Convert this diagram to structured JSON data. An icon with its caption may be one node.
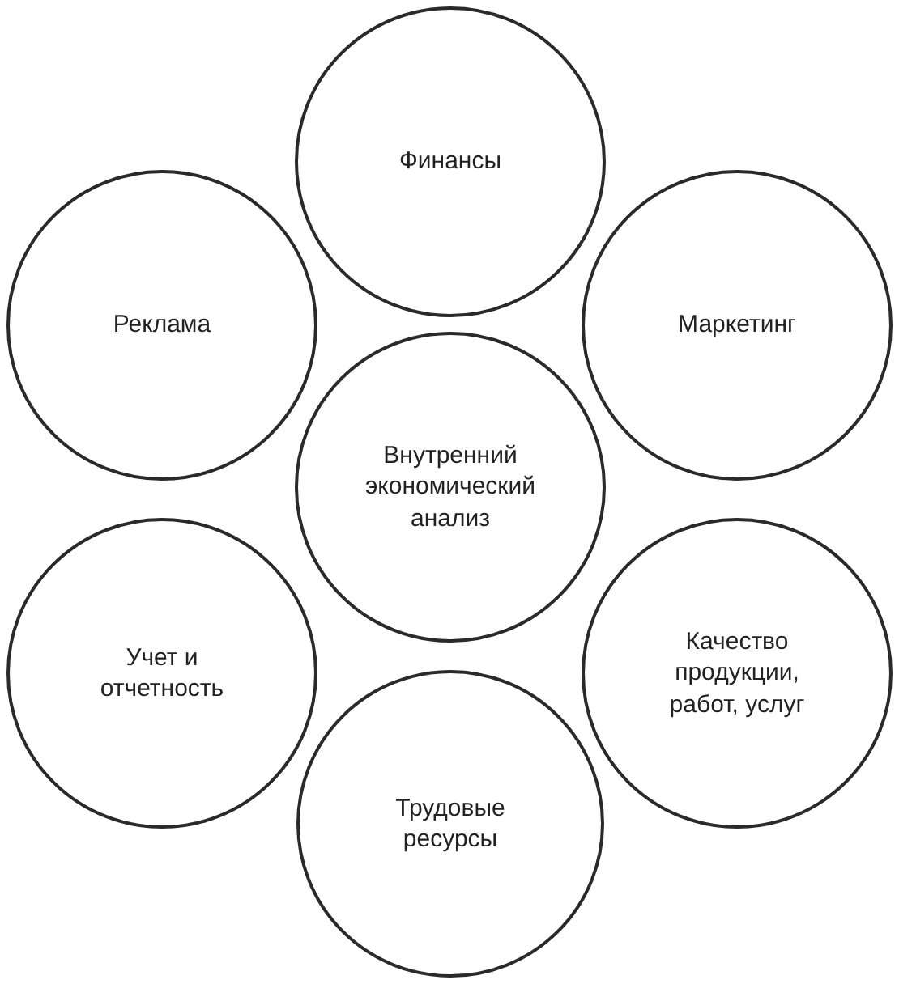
{
  "diagram": {
    "nodes": [
      {
        "text": [
          "Финансы"
        ]
      },
      {
        "text": [
          "Реклама"
        ]
      },
      {
        "text": [
          "Маркетинг"
        ]
      },
      {
        "text": [
          "Внутренний экономический анализ"
        ]
      },
      {
        "text": [
          "Учет и отчетность"
        ]
      },
      {
        "text": [
          "Качество продукции, работ, услуг"
        ]
      },
      {
        "text": [
          "Трудовые ресурсы"
        ]
      }
    ]
  }
}
